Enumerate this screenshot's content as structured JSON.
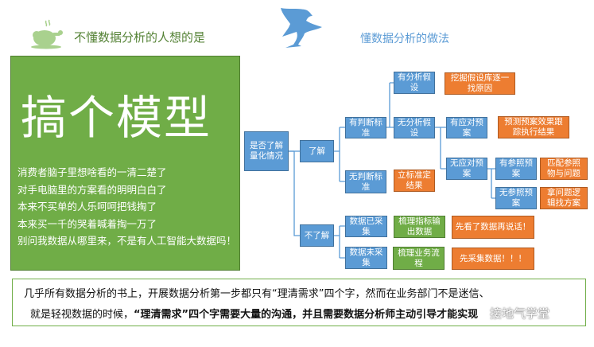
{
  "header": {
    "left_title": "不懂数据分析的人想的是",
    "right_title": "懂数据分析的做法"
  },
  "left_panel": {
    "headline": "搞个模型",
    "lines": [
      "消费者脑子里想啥看的一清二楚了",
      "对手电脑里的方案看的明明白白了",
      "本来不买单的人乐呵呵把钱掏了",
      "本来买一千的哭着喊着掏一万了",
      "别问我数据从哪里来，不是有人工智能大数据吗！"
    ]
  },
  "flow": {
    "root": "是否了解量化情况",
    "know": "了解",
    "dont_know": "不了解",
    "has_criteria": "有判断标准",
    "no_criteria": "无判断标准",
    "has_hypothesis": "有分析假设",
    "no_hypothesis": "无分析假设",
    "dig_hypothesis": "挖掘假设库逐一找原因",
    "has_plan": "有应对预案",
    "predict_plan": "预测预案效果跟踪执行结果",
    "set_standard": "立标准定结果",
    "no_plan": "无应对预案",
    "has_reference": "有参照预案",
    "match_reference": "匹配参照物与问题",
    "no_reference": "无参照预案",
    "logic_plan": "拿问题逻辑找方案",
    "data_collected": "数据已采集",
    "sort_metrics": "梳理指标输出数据",
    "look_first": "先看了数据再说话！",
    "data_not_collected": "数据未采集",
    "sort_process": "梳理业务流程",
    "collect_first": "先采集数据！！！"
  },
  "bottom": {
    "line1": "几乎所有数据分析的书上，开展数据分析第一步都只有“理清需求”四个字，然而在业务部门不是迷信、",
    "line2_plain": "就是轻视数据的时候，",
    "line2_bold": "“理清需求”四个字需要大量的沟通，并且需要数据分析师主动引导才能实现"
  },
  "watermark": "接地气学堂",
  "colors": {
    "blue": "#5b9bd5",
    "orange": "#ed7d31",
    "green": "#70ad47"
  }
}
